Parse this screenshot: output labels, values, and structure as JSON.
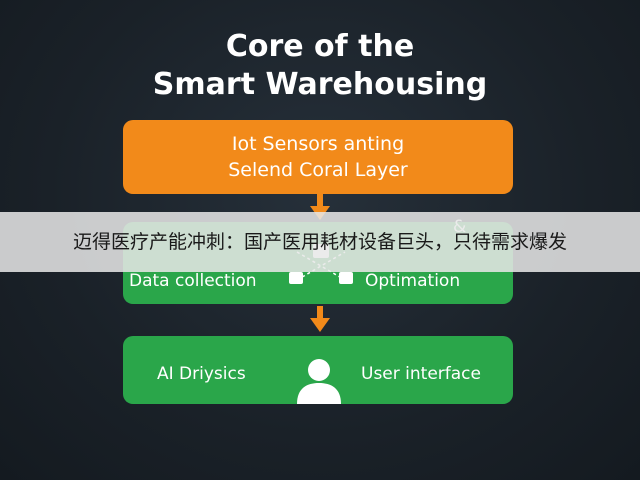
{
  "title": {
    "line1": "Core of the",
    "line2": "Smart Warehousing"
  },
  "layer1": {
    "line1": "Iot Sensors anting",
    "line2": "Selend Coral Layer"
  },
  "layer2": {
    "left": "Data collection",
    "right": "Optimation",
    "obscured_fragment": "&"
  },
  "layer3": {
    "left": "AI Driysics",
    "right": "User interface",
    "icon": "user-icon"
  },
  "overlay": {
    "text": "迈得医疗产能冲刺：国产医用耗材设备巨头，只待需求爆发"
  },
  "colors": {
    "background": "#1a2128",
    "orange": "#f28a1a",
    "green": "#2aa64a",
    "overlay": "#e8e8e8"
  }
}
